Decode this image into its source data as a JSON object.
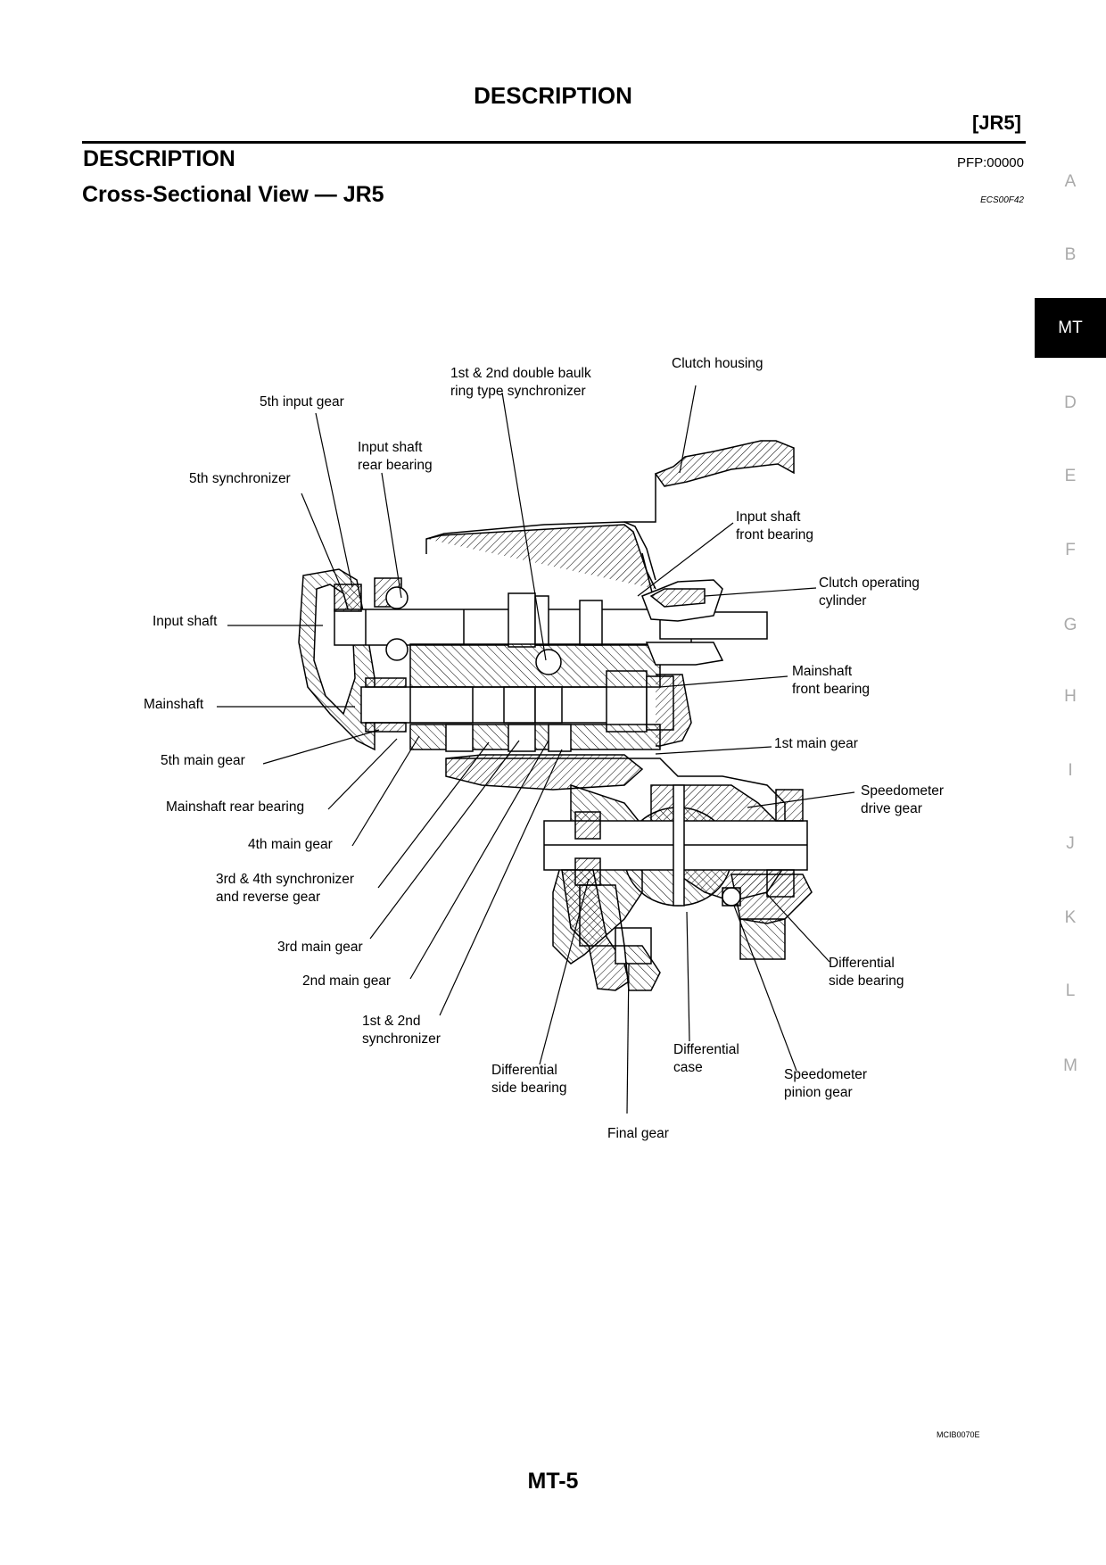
{
  "header": {
    "title": "DESCRIPTION",
    "model_code": "[JR5]"
  },
  "section": {
    "title": "DESCRIPTION",
    "pfp": "PFP:00000"
  },
  "subsection": {
    "title": "Cross-Sectional View — JR5",
    "ecs_code": "ECS00F42"
  },
  "side_tabs": [
    {
      "label": "A",
      "active": false
    },
    {
      "label": "B",
      "active": false
    },
    {
      "label": "MT",
      "active": true
    },
    {
      "label": "D",
      "active": false
    },
    {
      "label": "E",
      "active": false
    },
    {
      "label": "F",
      "active": false
    },
    {
      "label": "G",
      "active": false
    },
    {
      "label": "H",
      "active": false
    },
    {
      "label": "I",
      "active": false
    },
    {
      "label": "J",
      "active": false
    },
    {
      "label": "K",
      "active": false
    },
    {
      "label": "L",
      "active": false
    },
    {
      "label": "M",
      "active": false
    }
  ],
  "labels": {
    "fifth_input_gear": [
      "5th input gear"
    ],
    "double_baulk": [
      "1st & 2nd double baulk",
      "ring type synchronizer"
    ],
    "clutch_housing": [
      "Clutch housing"
    ],
    "input_shaft_rear_bearing": [
      "Input shaft",
      "rear bearing"
    ],
    "fifth_synchronizer": [
      "5th synchronizer"
    ],
    "input_shaft_front_bearing": [
      "Input shaft",
      "front bearing"
    ],
    "clutch_operating_cylinder": [
      "Clutch operating",
      "cylinder"
    ],
    "input_shaft": [
      "Input shaft"
    ],
    "mainshaft_front_bearing": [
      "Mainshaft",
      "front bearing"
    ],
    "mainshaft": [
      "Mainshaft"
    ],
    "first_main_gear": [
      "1st main gear"
    ],
    "fifth_main_gear": [
      "5th main gear"
    ],
    "speedometer_drive_gear": [
      "Speedometer",
      "drive gear"
    ],
    "mainshaft_rear_bearing": [
      "Mainshaft rear bearing"
    ],
    "fourth_main_gear": [
      "4th main gear"
    ],
    "third_fourth_sync": [
      "3rd & 4th synchronizer",
      "and reverse gear"
    ],
    "third_main_gear": [
      "3rd main gear"
    ],
    "diff_side_bearing_right": [
      "Differential",
      "side bearing"
    ],
    "second_main_gear": [
      "2nd main gear"
    ],
    "first_second_sync": [
      "1st & 2nd",
      "synchronizer"
    ],
    "differential_case": [
      "Differential",
      "case"
    ],
    "diff_side_bearing_left": [
      "Differential",
      "side bearing"
    ],
    "speedometer_pinion_gear": [
      "Speedometer",
      "pinion gear"
    ],
    "final_gear": [
      "Final gear"
    ]
  },
  "figure_code": "MCIB0070E",
  "page_number": "MT-5"
}
